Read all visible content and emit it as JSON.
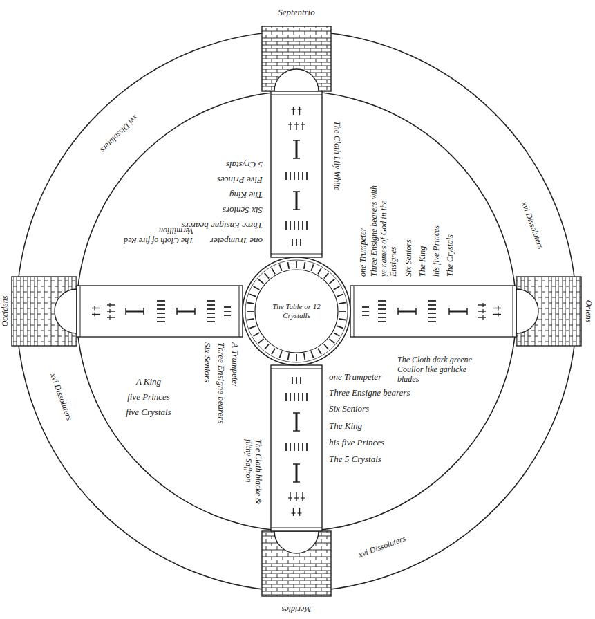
{
  "diagram": {
    "nodes": [
      {
        "text": [
          "The Table or 12 Crystalls"
        ]
      }
    ],
    "labels": [
      "Septentrio",
      "Occidens",
      "Oriens",
      "Meridies",
      "xvi Dissoluters",
      "xvi Dissoluters",
      "xvi Dissoluters",
      "xvi Dissoluters",
      "one Trumpeter",
      "Three Ensigne bearers",
      "Six Seniors",
      "The King",
      "his five Princes",
      "The 5 Crystals",
      "The Cloth blacke & filthy Saffron",
      "one Trumpeter",
      "Three Ensigne bearers with ye names of God in the Ensignes",
      "Six Seniors",
      "The King",
      "his five Princes",
      "The Crystals",
      "The Cloth dark greene Coullor like garlicke blades",
      "one Trumpeter",
      "Three Ensigne bearers",
      "Six Seniors",
      "The King",
      "Five Princes",
      "5 Crystals",
      "The Cloth Lily White",
      "A Trumpeter",
      "Three Ensigne bearers",
      "Six Seniors",
      "A King",
      "five Princes",
      "five Crystals",
      "The Cloth of fire Red Vermillion"
    ]
  }
}
